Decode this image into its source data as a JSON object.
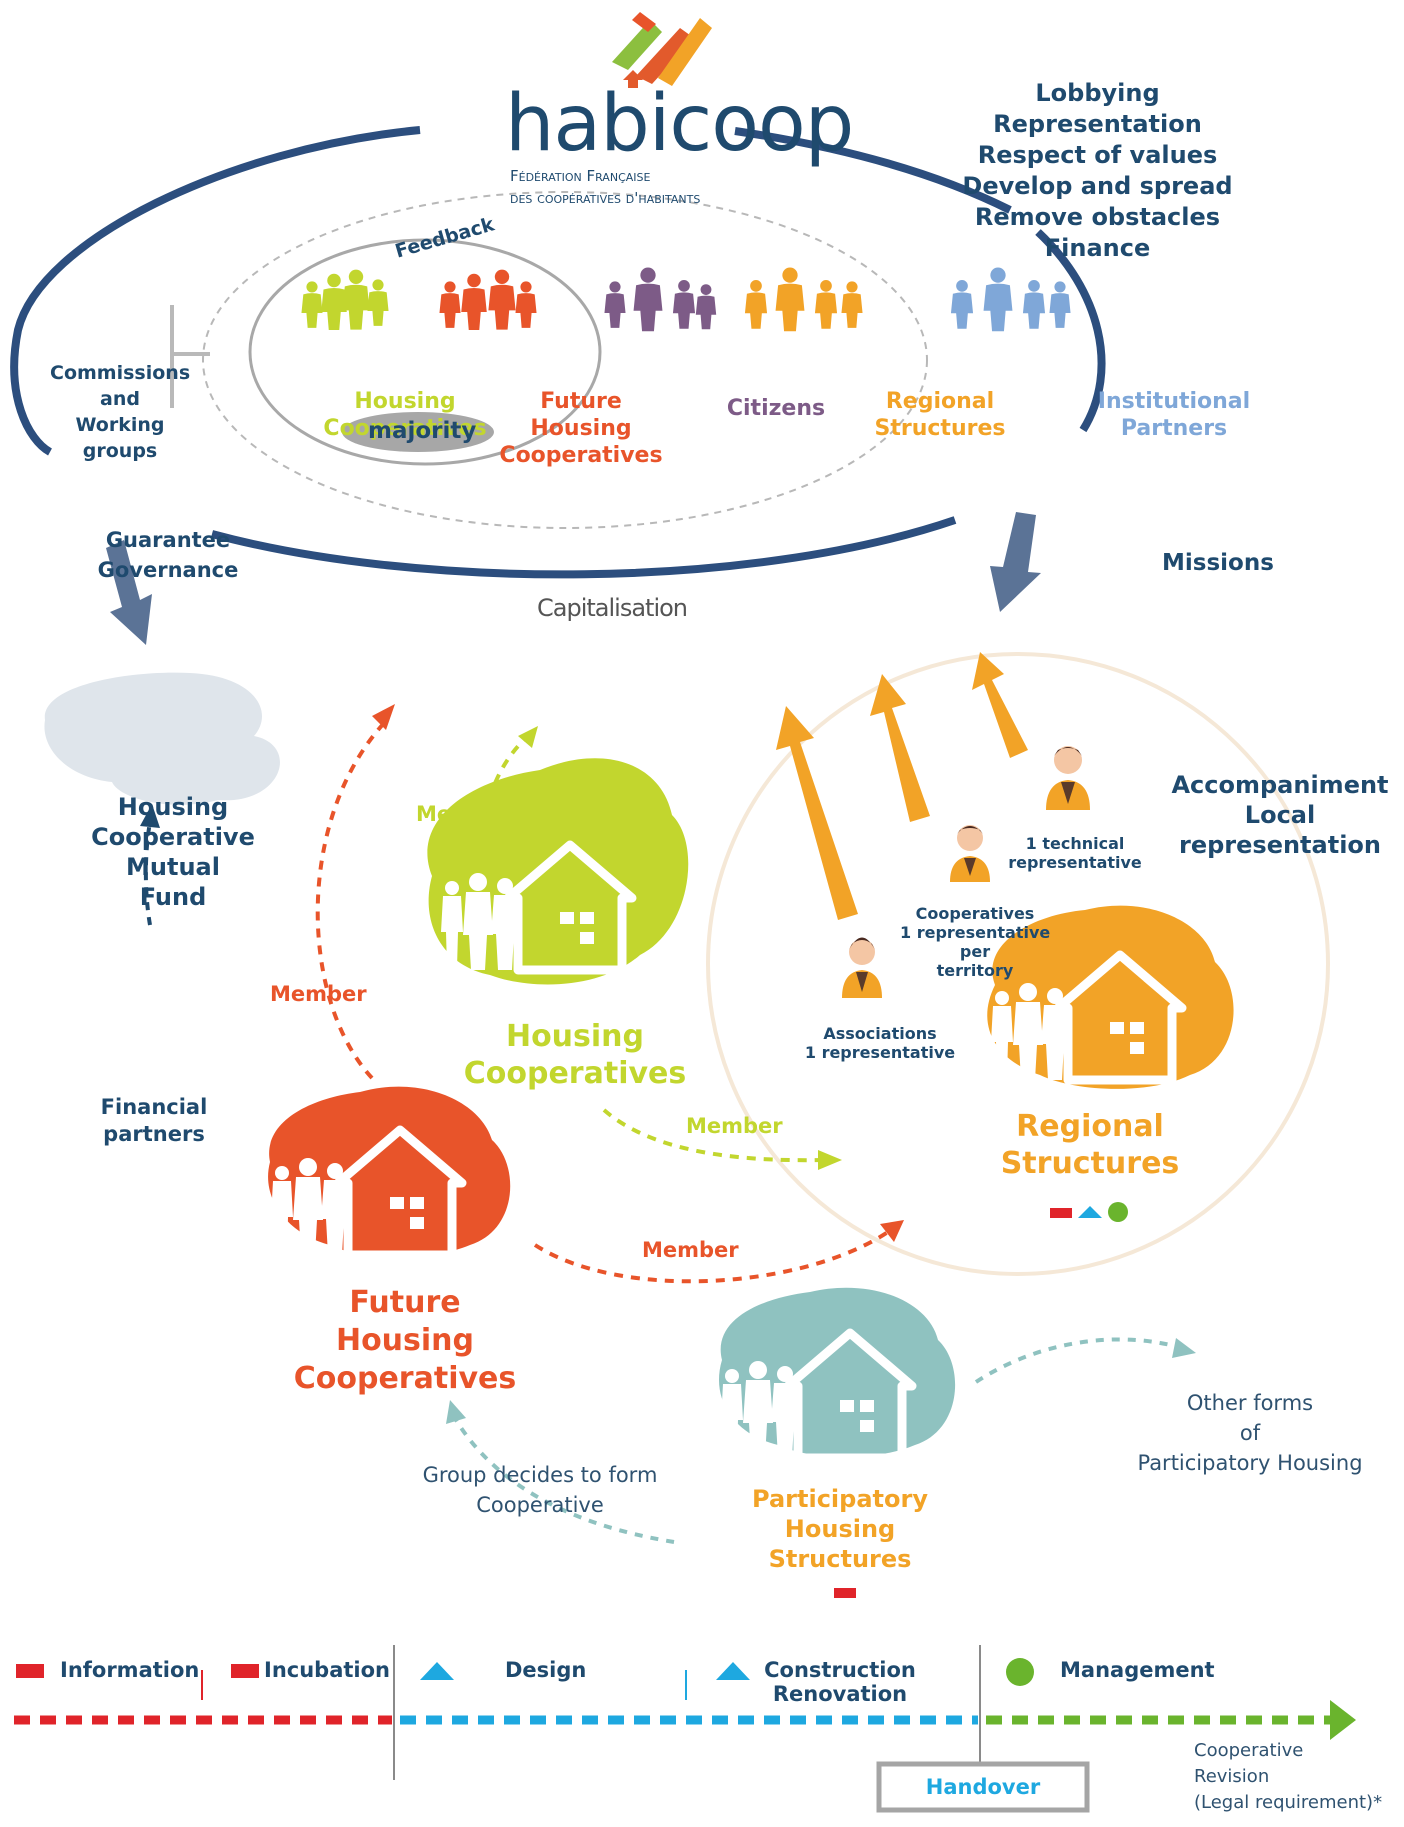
{
  "logo": {
    "name": "habicoop",
    "subtitle_line1": "Fédération Française",
    "subtitle_line2": "des coopératives d'habitants"
  },
  "missions_list": [
    "Lobbying",
    "Representation",
    "Respect of values",
    "Develop and spread",
    "Remove obstacles",
    "Finance"
  ],
  "labels": {
    "feedback": "Feedback",
    "capitalisation": "Capitalisation",
    "commissions": [
      "Commissions",
      "and",
      "Working",
      "groups"
    ],
    "guarantee": [
      "Guarantee",
      "Governance"
    ],
    "missions": "Missions",
    "majority": "majority",
    "accompaniment": [
      "Accompaniment",
      "Local",
      "representation"
    ],
    "mutual_fund": [
      "Housing",
      "Cooperative",
      "Mutual",
      "Fund"
    ],
    "financial_partners": [
      "Financial",
      "partners"
    ],
    "member": "Member",
    "other_forms": [
      "Other forms",
      "of",
      "Participatory Housing"
    ],
    "group_decides": [
      "Group decides to form",
      "Cooperative"
    ]
  },
  "membership_groups": [
    {
      "label": [
        "Housing",
        "Cooperatives"
      ],
      "color": "#c2d62e"
    },
    {
      "label": [
        "Future",
        "Housing",
        "Cooperatives"
      ],
      "color": "#e8542a"
    },
    {
      "label": [
        "Citizens"
      ],
      "color": "#7d5b87"
    },
    {
      "label": [
        "Regional",
        "Structures"
      ],
      "color": "#f2a327"
    },
    {
      "label": [
        "Institutional",
        "Partners"
      ],
      "color": "#7fa7d8"
    }
  ],
  "clusters": {
    "housing": {
      "label": [
        "Housing",
        "Cooperatives"
      ],
      "color": "#c2d62e"
    },
    "future": {
      "label": [
        "Future",
        "Housing",
        "Cooperatives"
      ],
      "color": "#e8542a"
    },
    "regional": {
      "label": [
        "Regional",
        "Structures"
      ],
      "color": "#f2a327"
    },
    "participatory": {
      "label": [
        "Participatory",
        "Housing",
        "Structures"
      ],
      "color": "#8fc2c0"
    }
  },
  "representatives": {
    "associations": [
      "Associations",
      "1 representative"
    ],
    "cooperatives": [
      "Cooperatives",
      "1 representative",
      "per",
      "territory"
    ],
    "technical": [
      "1 technical",
      "representative"
    ]
  },
  "timeline": {
    "phases": [
      {
        "label": "Information",
        "icon": "red-bar-icon"
      },
      {
        "label": "Incubation",
        "icon": "red-bar-icon"
      },
      {
        "label": "Design",
        "icon": "blue-triangle-icon"
      },
      {
        "label": "Construction",
        "label2": "Renovation",
        "icon": "blue-triangle-icon"
      },
      {
        "label": "Management",
        "icon": "green-dot-icon"
      }
    ],
    "handover": "Handover",
    "revision": [
      "Cooperative",
      "Revision",
      "(Legal requirement)*"
    ]
  },
  "colors": {
    "navy": "#1f4a6e",
    "arrow_blue": "#5b7396",
    "green": "#c2d62e",
    "orange": "#e8542a",
    "amber": "#f2a327",
    "teal": "#8fc2c0",
    "purple": "#7d5b87",
    "light_blue": "#7fa7d8",
    "red": "#e0242a",
    "cyan": "#1ea8e0",
    "timeline_green": "#6ab42d"
  }
}
